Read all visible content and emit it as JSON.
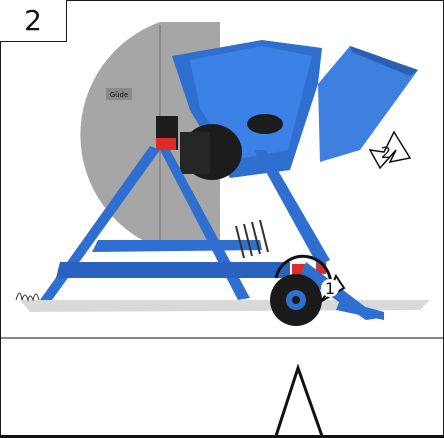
{
  "figure": {
    "step_number": "2",
    "callout_1": "1",
    "callout_2": "2",
    "brand_plate": "Güde"
  },
  "colors": {
    "machine_blue": "#2f6fd0",
    "blade_grey": "#a6a6a6",
    "tab_red": "#e02b2b",
    "motor_black": "#1c1c1c"
  },
  "icons": {
    "rotate_arrow": "curved-rotate-arrow-icon",
    "tilt_arrow": "zigzag-tilt-arrow-icon"
  }
}
